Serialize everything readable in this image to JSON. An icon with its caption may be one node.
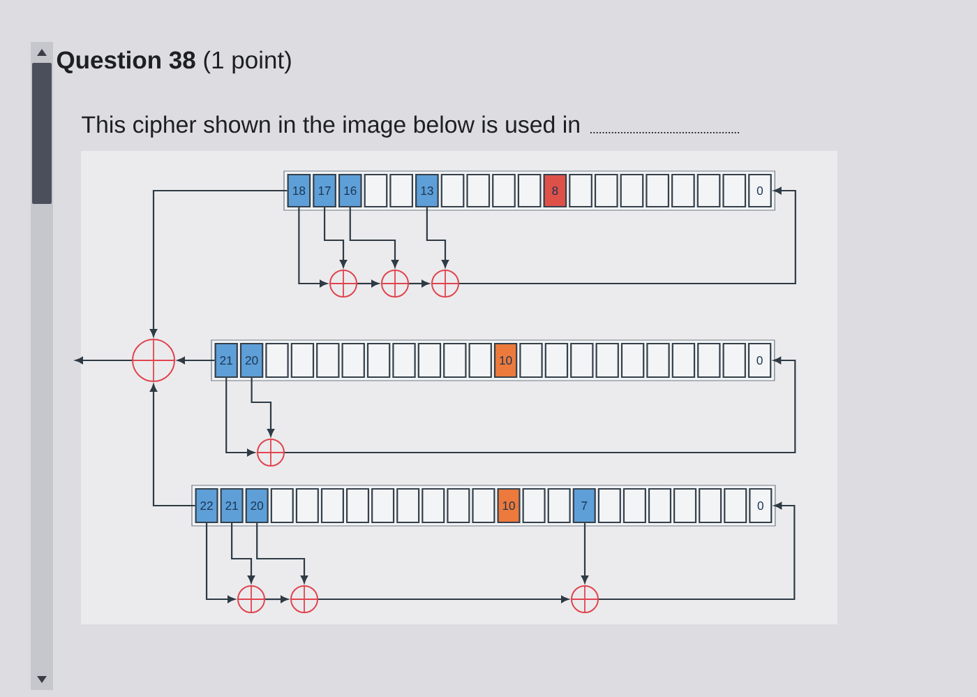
{
  "diagram": {
    "title": "**Question 38** (1 point)",
    "nodes": [
      {
        "text": [],
        "shape": "box"
      },
      {
        "text": [
          "18"
        ],
        "in": 0
      },
      {
        "text": [
          "17"
        ],
        "in": 0
      },
      {
        "text": [
          "16"
        ],
        "in": 0
      },
      {
        "text": [],
        "shape": "box",
        "in": 0
      },
      {
        "text": [],
        "shape": "box",
        "in": 0
      },
      {
        "text": [
          "13"
        ],
        "in": 0
      },
      {
        "text": [],
        "shape": "box",
        "in": 0
      },
      {
        "text": [],
        "shape": "box",
        "in": 0
      },
      {
        "text": [],
        "shape": "box",
        "in": 0
      },
      {
        "text": [],
        "shape": "box",
        "in": 0
      },
      {
        "text": [
          "8"
        ],
        "in": 0
      },
      {
        "text": [],
        "shape": "box",
        "in": 0
      },
      {
        "text": [],
        "shape": "box",
        "in": 0
      },
      {
        "text": [],
        "shape": "box",
        "in": 0
      },
      {
        "text": [],
        "shape": "box",
        "in": 0
      },
      {
        "text": [],
        "shape": "box",
        "in": 0
      },
      {
        "text": [],
        "shape": "box",
        "in": 0
      },
      {
        "text": [],
        "shape": "box",
        "in": 0
      },
      {
        "text": [
          "0"
        ],
        "in": 0
      },
      {
        "text": [],
        "shape": "circle"
      },
      {
        "text": [],
        "shape": "circle"
      },
      {
        "text": [],
        "shape": "circle"
      },
      {
        "text": [],
        "shape": "circle"
      },
      {
        "text": [],
        "shape": "box"
      },
      {
        "text": [
          "21"
        ],
        "in": 24
      },
      {
        "text": [
          "20"
        ],
        "in": 24
      },
      {
        "text": [],
        "shape": "box",
        "in": 24
      },
      {
        "text": [],
        "shape": "box",
        "in": 24
      },
      {
        "text": [],
        "shape": "box",
        "in": 24
      },
      {
        "text": [],
        "shape": "box",
        "in": 24
      },
      {
        "text": [],
        "shape": "box",
        "in": 24
      },
      {
        "text": [],
        "shape": "box",
        "in": 24
      },
      {
        "text": [],
        "shape": "box",
        "in": 24
      },
      {
        "text": [],
        "shape": "box",
        "in": 24
      },
      {
        "text": [],
        "shape": "box",
        "in": 24
      },
      {
        "text": [
          "10"
        ],
        "in": 24
      },
      {
        "text": [],
        "shape": "box",
        "in": 24
      },
      {
        "text": [],
        "shape": "box",
        "in": 24
      },
      {
        "text": [],
        "shape": "box",
        "in": 24
      },
      {
        "text": [],
        "shape": "box",
        "in": 24
      },
      {
        "text": [],
        "shape": "box",
        "in": 24
      },
      {
        "text": [],
        "shape": "box",
        "in": 24
      },
      {
        "text": [],
        "shape": "box",
        "in": 24
      },
      {
        "text": [],
        "shape": "box",
        "in": 24
      },
      {
        "text": [],
        "shape": "box",
        "in": 24
      },
      {
        "text": [
          "0"
        ],
        "in": 24
      },
      {
        "text": [],
        "shape": "circle"
      },
      {
        "text": [],
        "shape": "box"
      },
      {
        "text": [
          "22"
        ],
        "in": 48
      },
      {
        "text": [
          "21"
        ],
        "in": 48
      },
      {
        "text": [
          "20"
        ],
        "in": 48
      },
      {
        "text": [],
        "shape": "box",
        "in": 48
      },
      {
        "text": [],
        "shape": "box",
        "in": 48
      },
      {
        "text": [],
        "shape": "box",
        "in": 48
      },
      {
        "text": [],
        "shape": "box",
        "in": 48
      },
      {
        "text": [],
        "shape": "box",
        "in": 48
      },
      {
        "text": [],
        "shape": "box",
        "in": 48
      },
      {
        "text": [],
        "shape": "box",
        "in": 48
      },
      {
        "text": [],
        "shape": "box",
        "in": 48
      },
      {
        "text": [],
        "shape": "box",
        "in": 48
      },
      {
        "text": [
          "10"
        ],
        "in": 48
      },
      {
        "text": [],
        "shape": "box",
        "in": 48
      },
      {
        "text": [],
        "shape": "box",
        "in": 48
      },
      {
        "text": [
          "7"
        ],
        "in": 48
      },
      {
        "text": [],
        "shape": "box",
        "in": 48
      },
      {
        "text": [],
        "shape": "box",
        "in": 48
      },
      {
        "text": [],
        "shape": "box",
        "in": 48
      },
      {
        "text": [],
        "shape": "box",
        "in": 48
      },
      {
        "text": [],
        "shape": "box",
        "in": 48
      },
      {
        "text": [],
        "shape": "box",
        "in": 48
      },
      {
        "text": [
          "0"
        ],
        "in": 48
      },
      {
        "text": [],
        "shape": "circle"
      },
      {
        "text": [],
        "shape": "circle"
      },
      {
        "text": [],
        "shape": "circle"
      }
    ],
    "edges": [
      {
        "from": 1,
        "to": 20,
        "arrow": "to"
      },
      {
        "from": 2,
        "to": 20,
        "arrow": "to"
      },
      {
        "from": 20,
        "to": 21,
        "arrow": "to"
      },
      {
        "from": 3,
        "to": 21,
        "arrow": "to"
      },
      {
        "from": 21,
        "to": 22,
        "arrow": "to"
      },
      {
        "from": 6,
        "to": 22,
        "arrow": "to"
      },
      {
        "from": 22,
        "to": 19,
        "arrow": "to"
      },
      {
        "from": 25,
        "to": 47,
        "arrow": "to"
      },
      {
        "from": 26,
        "to": 47,
        "arrow": "to"
      },
      {
        "from": 47,
        "to": 46,
        "arrow": "to"
      },
      {
        "from": 49,
        "to": 72,
        "arrow": "to"
      },
      {
        "from": 50,
        "to": 72,
        "arrow": "to"
      },
      {
        "from": 72,
        "to": 73,
        "arrow": "to"
      },
      {
        "from": 51,
        "to": 73,
        "arrow": "to"
      },
      {
        "from": 73,
        "to": 74,
        "arrow": "to"
      },
      {
        "from": 64,
        "to": 74,
        "arrow": "to"
      },
      {
        "from": 74,
        "to": 71,
        "arrow": "to"
      },
      {
        "from": 1,
        "to": 23,
        "arrow": "to"
      },
      {
        "from": 25,
        "to": 23,
        "arrow": "to"
      },
      {
        "from": 49,
        "to": 23,
        "arrow": "to"
      },
      {
        "from": 23,
        "to": null,
        "arrow": "to"
      }
    ],
    "labels": [
      "This cipher shown in the image below is used in"
    ]
  }
}
